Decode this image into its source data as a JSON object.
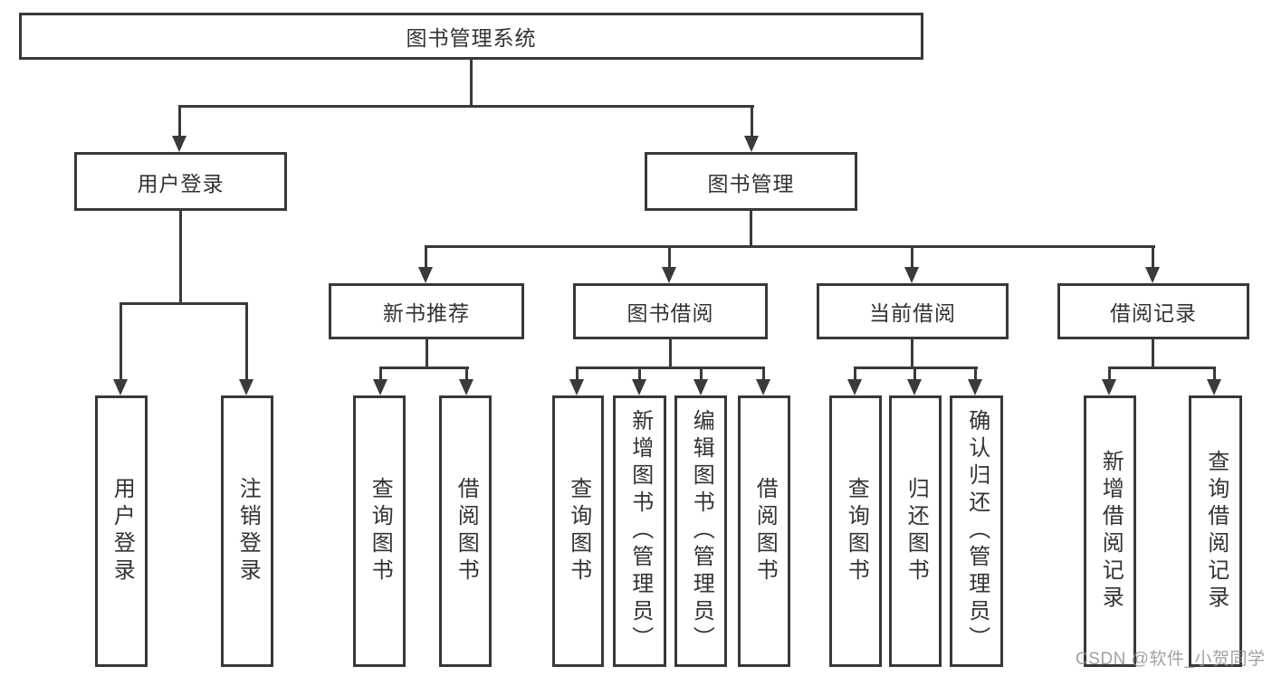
{
  "diagram": {
    "root": {
      "label": "图书管理系统"
    },
    "level1": [
      {
        "label": "用户登录"
      },
      {
        "label": "图书管理"
      }
    ],
    "level2": [
      {
        "label": "新书推荐"
      },
      {
        "label": "图书借阅"
      },
      {
        "label": "当前借阅"
      },
      {
        "label": "借阅记录"
      }
    ],
    "leaves": {
      "user_login": [
        {
          "label": "用户登录"
        },
        {
          "label": "注销登录"
        }
      ],
      "new_book_recommend": [
        {
          "label": "查询图书"
        },
        {
          "label": "借阅图书"
        }
      ],
      "book_borrowing": [
        {
          "label": "查询图书"
        },
        {
          "label": "新增图书（管理员）"
        },
        {
          "label": "编辑图书（管理员）"
        },
        {
          "label": "借阅图书"
        }
      ],
      "current_borrowing": [
        {
          "label": "查询图书"
        },
        {
          "label": "归还图书"
        },
        {
          "label": "确认归还（管理员）"
        }
      ],
      "borrowing_records": [
        {
          "label": "新增借阅记录"
        },
        {
          "label": "查询借阅记录"
        }
      ]
    },
    "watermark": "CSDN @软件_小贺同学",
    "colors": {
      "line": "#3a3a3a",
      "border": "#383838",
      "text": "#333333",
      "background": "#ffffff",
      "watermark": "#949494"
    }
  }
}
